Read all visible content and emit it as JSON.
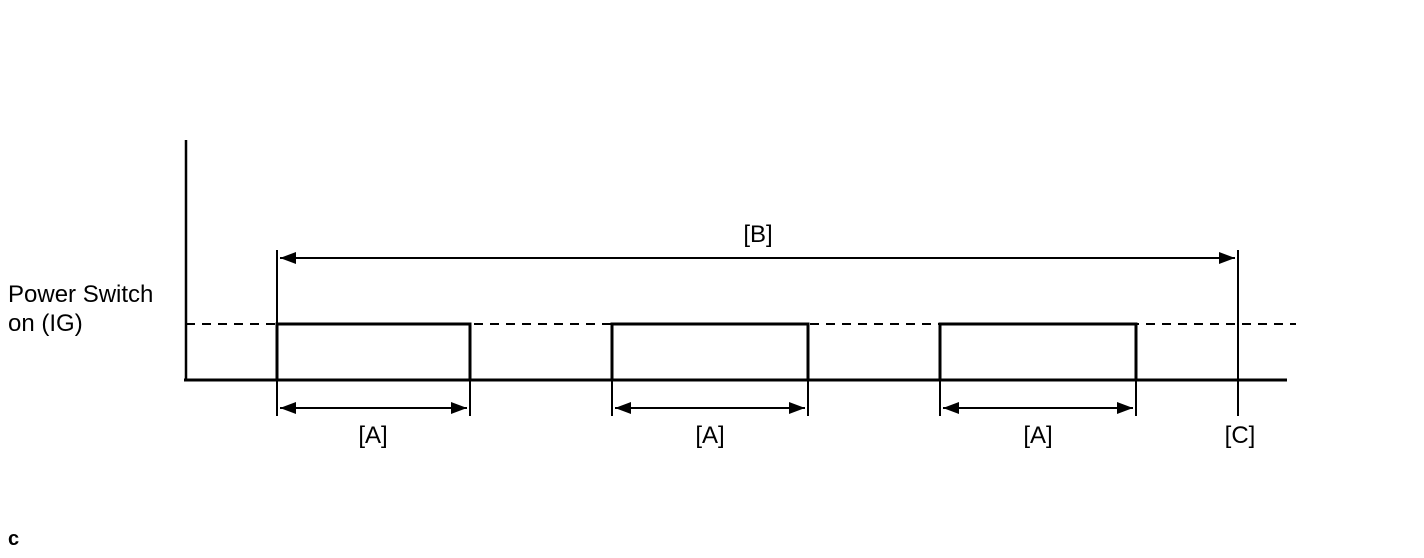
{
  "colors": {
    "line": "#000000",
    "background": "#ffffff"
  },
  "diagram": {
    "type": "timing-waveform",
    "signal_label_line1": "Power Switch",
    "signal_label_line2": "on (IG)",
    "pulse_count": 3,
    "dim_a": "[A]",
    "dim_b": "[B]",
    "dim_c": "[C]",
    "footer_mark": "c"
  }
}
